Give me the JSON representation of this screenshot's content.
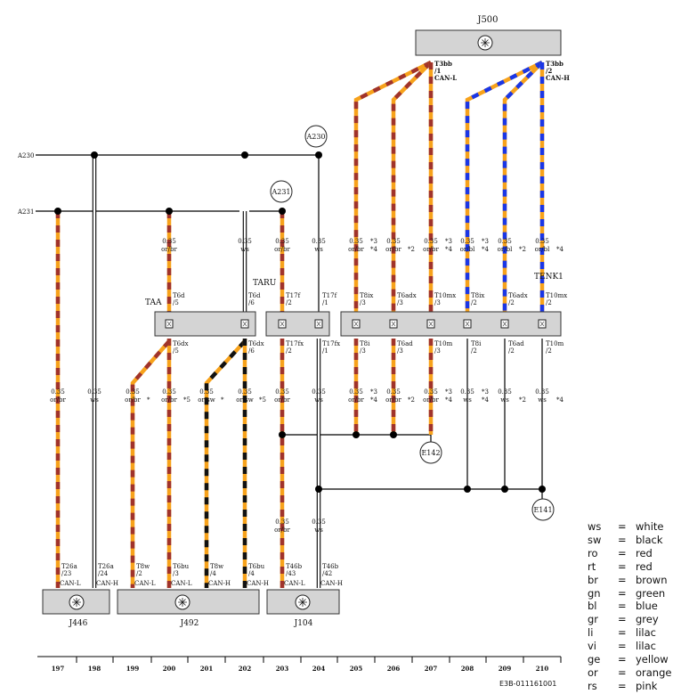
{
  "components": {
    "J500": "J500",
    "J446": "J446",
    "J492": "J492",
    "J104": "J104",
    "TAA": "TAA",
    "TARU": "TARU",
    "TENK1": "TENK1"
  },
  "nodes": {
    "A230": "A230",
    "A231": "A231",
    "E142": "E142",
    "E141": "E141"
  },
  "bus_labels": {
    "A230": "A230",
    "A231": "A231"
  },
  "j500_pins": {
    "left": {
      "conn": "T3bb",
      "pin": "/1",
      "sig": "CAN-L"
    },
    "right": {
      "conn": "T3bb",
      "pin": "/2",
      "sig": "CAN-H"
    }
  },
  "columns": [
    {
      "num": "197",
      "wire_bot": [
        "0.35",
        "or/br"
      ],
      "pin_bot": [
        "T26a",
        "/23",
        "CAN-L"
      ]
    },
    {
      "num": "198",
      "wire_bot": [
        "0.35",
        "ws"
      ],
      "pin_bot": [
        "T26a",
        "/24",
        "CAN-H"
      ]
    },
    {
      "num": "199",
      "wire_bot": [
        "0.35",
        "or/br",
        "*"
      ],
      "pin_bot": [
        "T8w",
        "/2",
        "CAN-L"
      ]
    },
    {
      "num": "200",
      "wire_top": [
        "0.35",
        "or/br"
      ],
      "conn_top": [
        "T6d",
        "/5"
      ],
      "conn_bot": [
        "T6dx",
        "/5"
      ],
      "wire_bot": [
        "0.35",
        "or/br",
        "*5"
      ],
      "pin_bot": [
        "T6bu",
        "/3",
        "CAN-L"
      ]
    },
    {
      "num": "201",
      "wire_bot": [
        "0.35",
        "or/sw",
        "*"
      ],
      "pin_bot": [
        "T8w",
        "/4",
        "CAN-H"
      ]
    },
    {
      "num": "202",
      "wire_top": [
        "0.35",
        "ws"
      ],
      "conn_top": [
        "T6d",
        "/6"
      ],
      "conn_bot": [
        "T6dx",
        "/6"
      ],
      "wire_bot": [
        "0.35",
        "or/sw",
        "*5"
      ],
      "pin_bot": [
        "T6bu",
        "/4",
        "CAN-H"
      ]
    },
    {
      "num": "203",
      "wire_top": [
        "0.35",
        "or/br"
      ],
      "conn_top": [
        "T17f",
        "/2"
      ],
      "conn_bot": [
        "T17fx",
        "/2"
      ],
      "wire_bot": [
        "0.35",
        "or/br"
      ],
      "wire_low": [
        "0.35",
        "or/br"
      ],
      "pin_bot": [
        "T46b",
        "/43",
        "CAN-L"
      ]
    },
    {
      "num": "204",
      "wire_top": [
        "0.35",
        "ws"
      ],
      "conn_top": [
        "T17f",
        "/1"
      ],
      "conn_bot": [
        "T17fx",
        "/1"
      ],
      "wire_bot": [
        "0.35",
        "ws"
      ],
      "wire_low": [
        "0.35",
        "ws"
      ],
      "pin_bot": [
        "T46b",
        "/42",
        "CAN-H"
      ]
    },
    {
      "num": "205",
      "wire_top": [
        "0.35",
        "or/br",
        "*3",
        "*4"
      ],
      "conn_top": [
        "T8ix",
        "/3"
      ],
      "conn_bot": [
        "T8i",
        "/3"
      ],
      "wire_bot": [
        "0.35",
        "or/br",
        "*3",
        "*4"
      ]
    },
    {
      "num": "206",
      "wire_top": [
        "0.35",
        "or/br",
        "*2"
      ],
      "conn_top": [
        "T6adx",
        "/3"
      ],
      "conn_bot": [
        "T6ad",
        "/3"
      ],
      "wire_bot": [
        "0.35",
        "or/br",
        "*2"
      ]
    },
    {
      "num": "207",
      "wire_top": [
        "0.35",
        "or/br",
        "*3",
        "*4"
      ],
      "conn_top": [
        "T10mx",
        "/3"
      ],
      "conn_bot": [
        "T10m",
        "/3"
      ],
      "wire_bot": [
        "0.35",
        "or/br",
        "*3",
        "*4"
      ]
    },
    {
      "num": "208",
      "wire_top": [
        "0.35",
        "or/bl",
        "*3",
        "*4"
      ],
      "conn_top": [
        "T8ix",
        "/2"
      ],
      "conn_bot": [
        "T8i",
        "/2"
      ],
      "wire_bot": [
        "0.35",
        "ws",
        "*3",
        "*4"
      ]
    },
    {
      "num": "209",
      "wire_top": [
        "0.35",
        "or/bl",
        "*2"
      ],
      "conn_top": [
        "T6adx",
        "/2"
      ],
      "conn_bot": [
        "T6ad",
        "/2"
      ],
      "wire_bot": [
        "0.35",
        "ws",
        "*2"
      ]
    },
    {
      "num": "210",
      "wire_top": [
        "0.35",
        "or/bl",
        "*4"
      ],
      "conn_top": [
        "T10mx",
        "/2"
      ],
      "conn_bot": [
        "T10m",
        "/2"
      ],
      "wire_bot": [
        "0.35",
        "ws",
        "*4"
      ]
    }
  ],
  "legend": [
    {
      "code": "ws",
      "eq": "=",
      "name": "white"
    },
    {
      "code": "sw",
      "eq": "=",
      "name": "black"
    },
    {
      "code": "ro",
      "eq": "=",
      "name": "red"
    },
    {
      "code": "rt",
      "eq": "=",
      "name": "red"
    },
    {
      "code": "br",
      "eq": "=",
      "name": "brown"
    },
    {
      "code": "gn",
      "eq": "=",
      "name": "green"
    },
    {
      "code": "bl",
      "eq": "=",
      "name": "blue"
    },
    {
      "code": "gr",
      "eq": "=",
      "name": "grey"
    },
    {
      "code": "li",
      "eq": "=",
      "name": "lilac"
    },
    {
      "code": "vi",
      "eq": "=",
      "name": "lilac"
    },
    {
      "code": "ge",
      "eq": "=",
      "name": "yellow"
    },
    {
      "code": "or",
      "eq": "=",
      "name": "orange"
    },
    {
      "code": "rs",
      "eq": "=",
      "name": "pink"
    }
  ],
  "ref_code": "E3B-011161001",
  "colors": {
    "orange": "#f7a21b",
    "brown": "#a0332b",
    "blue": "#1a36e6",
    "black": "#111111",
    "white": "#ffffff",
    "box_fill": "#d4d4d4"
  }
}
